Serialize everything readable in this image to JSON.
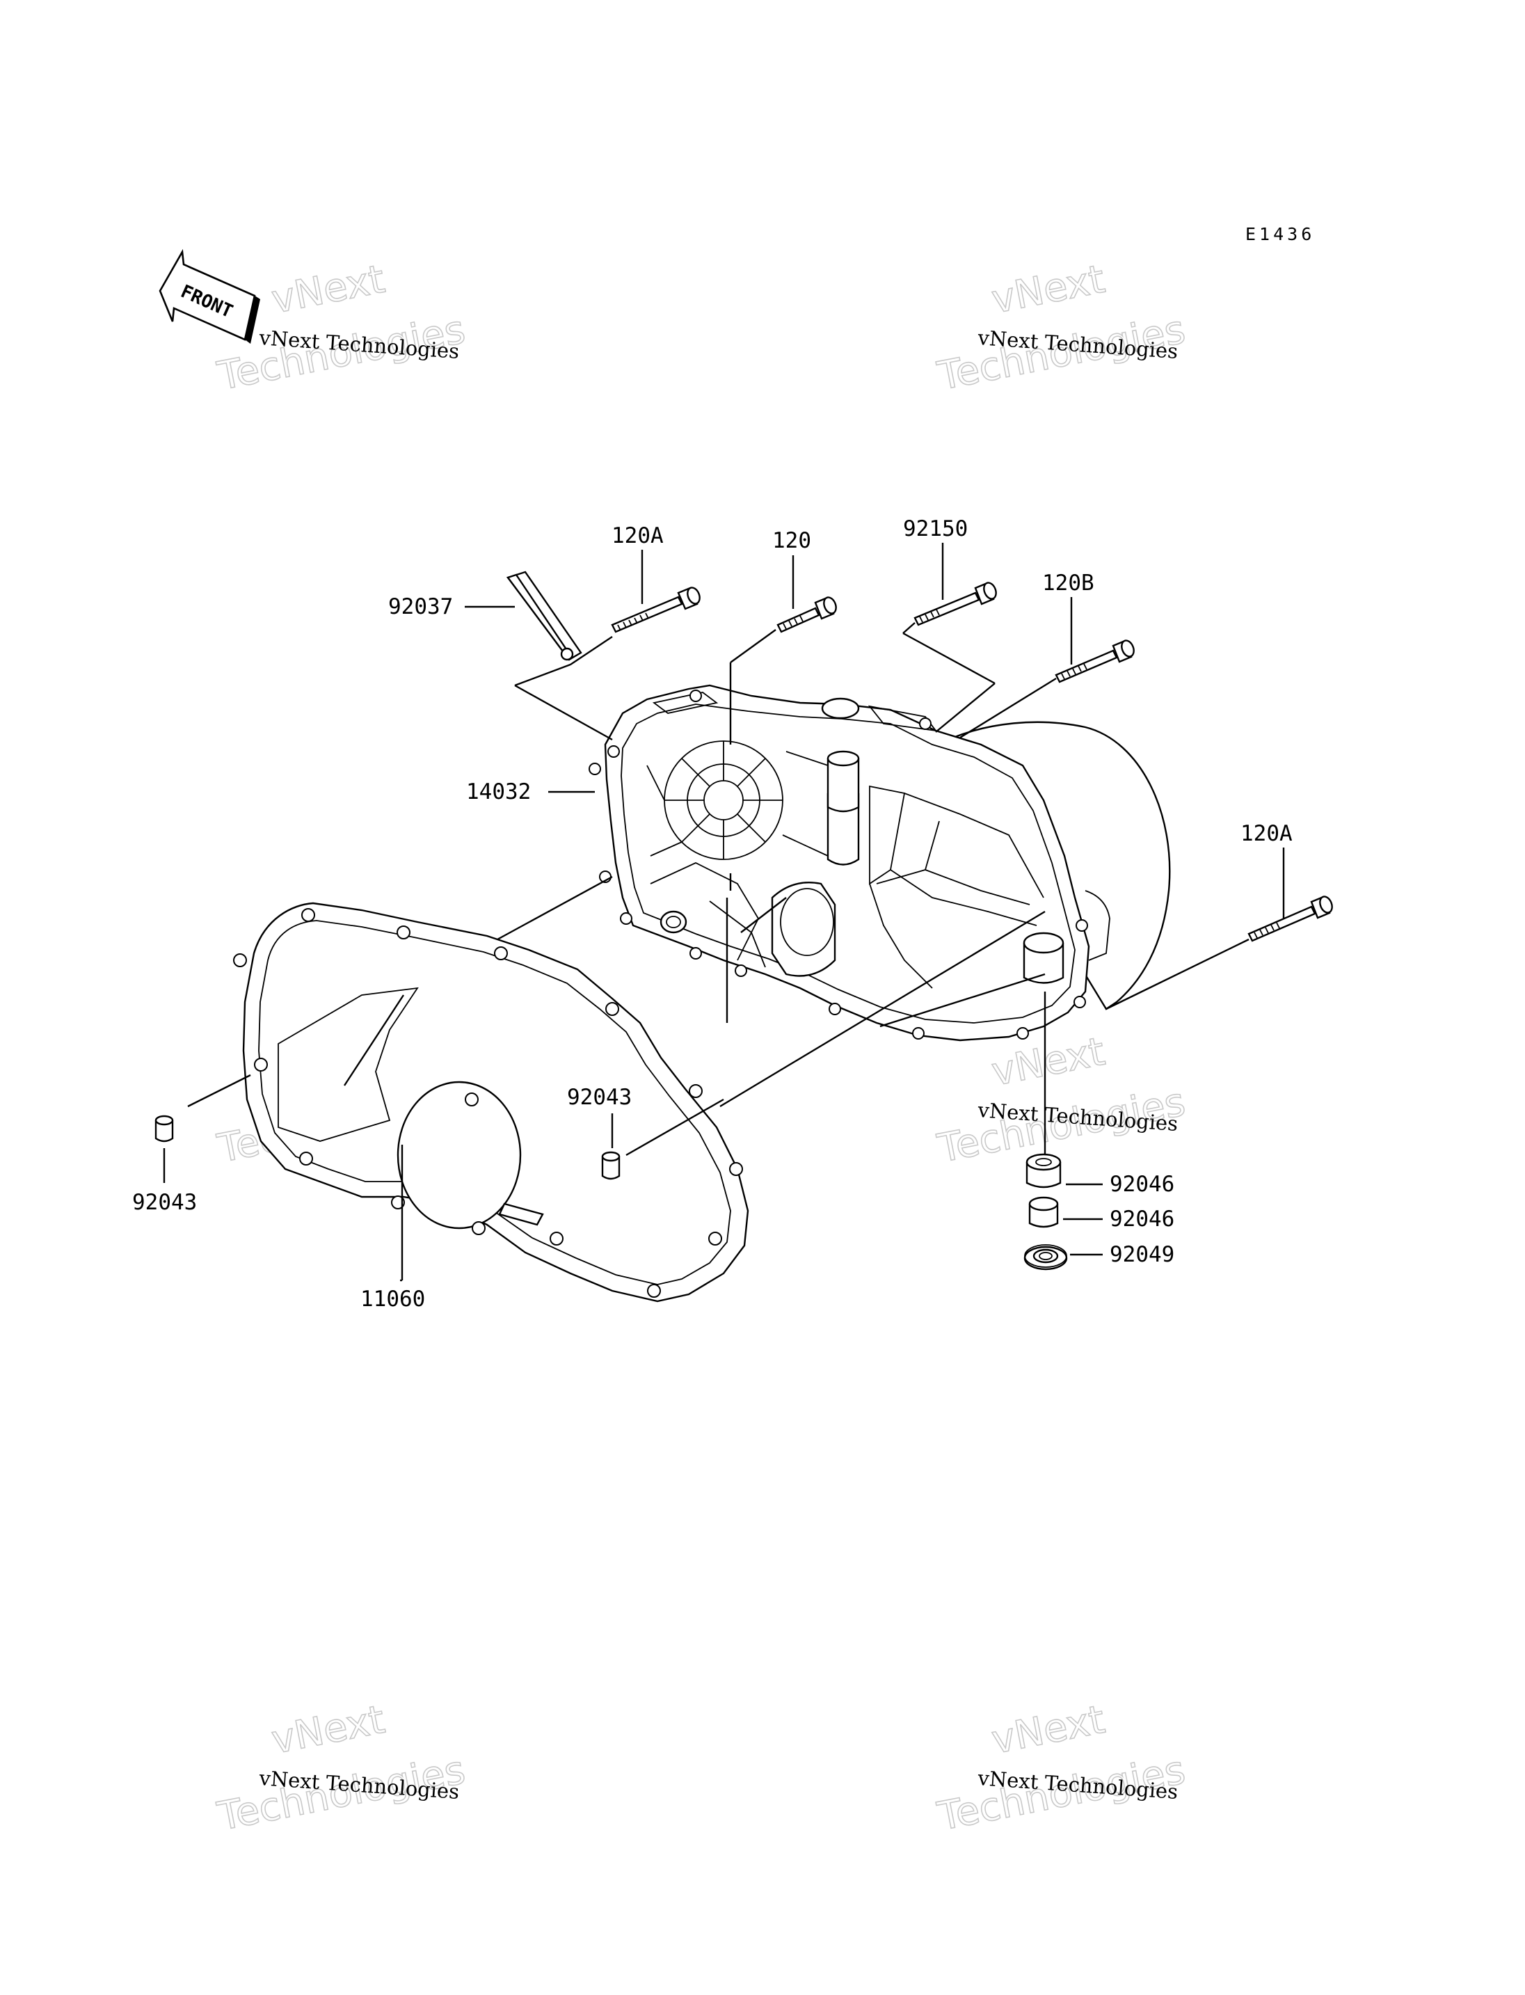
{
  "diagram": {
    "code": "E1436",
    "front_label": "FRONT",
    "watermark": {
      "line1": "vNext",
      "line2": "Technologies",
      "caption": "vNext Technologies"
    },
    "labels": {
      "p120a_top": "120A",
      "p120": "120",
      "p92150": "92150",
      "p120b": "120B",
      "p92037": "92037",
      "p14032": "14032",
      "p120a_right": "120A",
      "p92043_center": "92043",
      "p92043_left": "92043",
      "p11060": "11060",
      "p92046_a": "92046",
      "p92046_b": "92046",
      "p92049": "92049"
    }
  }
}
